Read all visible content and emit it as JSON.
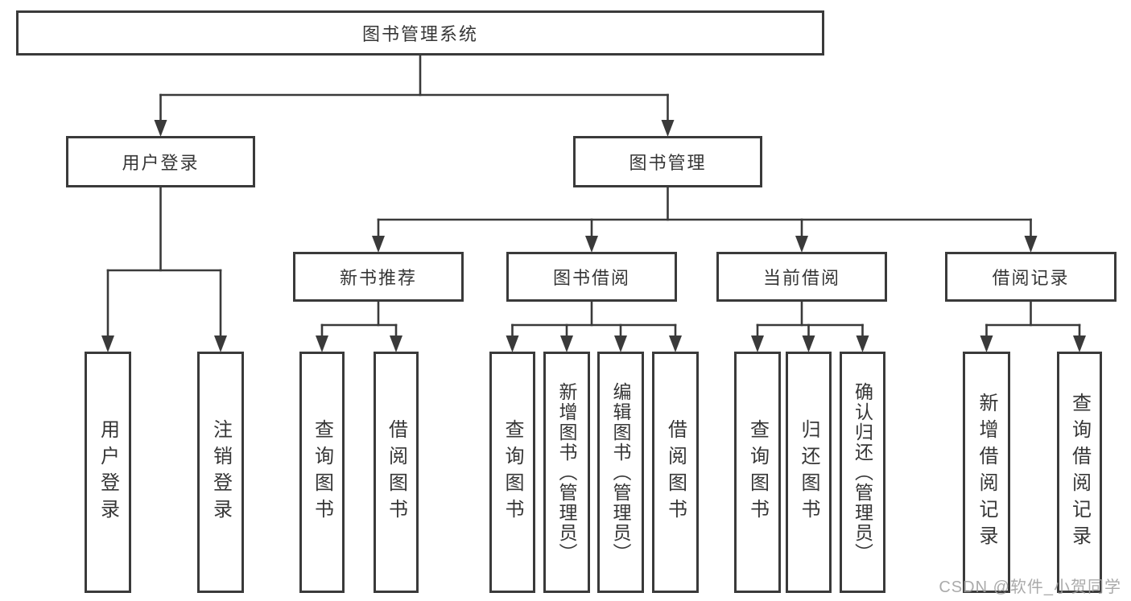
{
  "diagram": {
    "title": "图书管理系统",
    "watermark": "CSDN @软件_小贺同学",
    "line_color": "#3a3a3a",
    "box_border_color": "#3a3a3a",
    "box_fill_color": "#ffffff",
    "text_color": "#363636",
    "watermark_color": "#9e9e9e"
  },
  "nodes": [
    {
      "id": "root",
      "label": "图书管理系统",
      "parent": null
    },
    {
      "id": "user-login",
      "label": "用户登录",
      "parent": "root"
    },
    {
      "id": "book-mgmt",
      "label": "图书管理",
      "parent": "root"
    },
    {
      "id": "login",
      "label": "用户登录",
      "parent": "user-login"
    },
    {
      "id": "logout",
      "label": "注销登录",
      "parent": "user-login"
    },
    {
      "id": "new-book-rec",
      "label": "新书推荐",
      "parent": "book-mgmt"
    },
    {
      "id": "book-borrow",
      "label": "图书借阅",
      "parent": "book-mgmt"
    },
    {
      "id": "current-borrow",
      "label": "当前借阅",
      "parent": "book-mgmt"
    },
    {
      "id": "borrow-records",
      "label": "借阅记录",
      "parent": "book-mgmt"
    },
    {
      "id": "nbr-query",
      "label": "查询图书",
      "parent": "new-book-rec"
    },
    {
      "id": "nbr-borrow",
      "label": "借阅图书",
      "parent": "new-book-rec"
    },
    {
      "id": "bb-query",
      "label": "查询图书",
      "parent": "book-borrow"
    },
    {
      "id": "bb-add",
      "label": "新增图书（管理员）",
      "parent": "book-borrow"
    },
    {
      "id": "bb-edit",
      "label": "编辑图书（管理员）",
      "parent": "book-borrow"
    },
    {
      "id": "bb-borrow",
      "label": "借阅图书",
      "parent": "book-borrow"
    },
    {
      "id": "cb-query",
      "label": "查询图书",
      "parent": "current-borrow"
    },
    {
      "id": "cb-return",
      "label": "归还图书",
      "parent": "current-borrow"
    },
    {
      "id": "cb-confirm",
      "label": "确认归还（管理员）",
      "parent": "current-borrow"
    },
    {
      "id": "br-add",
      "label": "新增借阅记录",
      "parent": "borrow-records"
    },
    {
      "id": "br-query",
      "label": "查询借阅记录",
      "parent": "borrow-records"
    }
  ]
}
